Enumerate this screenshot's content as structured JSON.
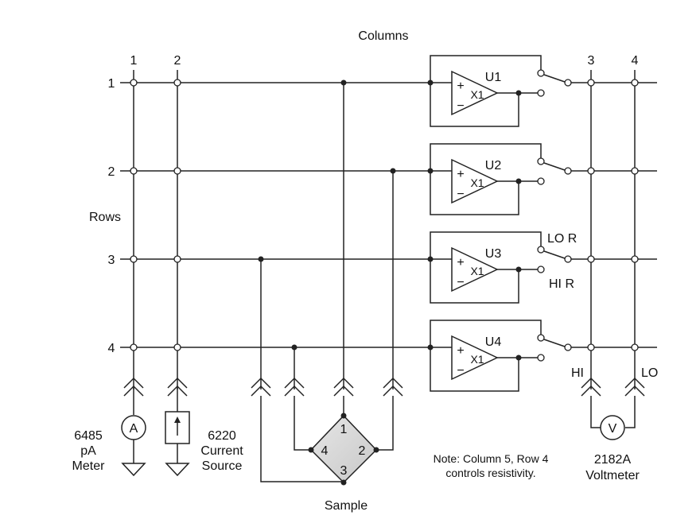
{
  "columns_title": "Columns",
  "rows_title": "Rows",
  "column_labels": [
    "1",
    "2",
    "3",
    "4"
  ],
  "row_labels": [
    "1",
    "2",
    "3",
    "4"
  ],
  "buffers": [
    {
      "name": "U1",
      "gain": "X1"
    },
    {
      "name": "U2",
      "gain": "X1"
    },
    {
      "name": "U3",
      "gain": "X1"
    },
    {
      "name": "U4",
      "gain": "X1"
    }
  ],
  "plus_sign": "+",
  "minus_sign": "−",
  "lo_r": "LO R",
  "hi_r": "HI R",
  "hi": "HI",
  "lo": "LO",
  "ammeter_symbol": "A",
  "voltmeter_symbol": "V",
  "pa_meter": [
    "6485",
    "pA",
    "Meter"
  ],
  "current_source": [
    "6220",
    "Current",
    "Source"
  ],
  "voltmeter": [
    "2182A",
    "Voltmeter"
  ],
  "sample_label": "Sample",
  "sample_nodes": [
    "1",
    "2",
    "3",
    "4"
  ],
  "note": [
    "Note: Column 5, Row 4",
    "controls resistivity."
  ]
}
